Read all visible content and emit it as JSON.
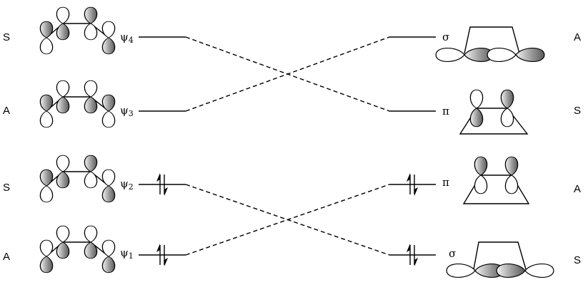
{
  "left_levels": [
    {
      "mo": "ψ",
      "sub": "4",
      "symmetry": "S",
      "electrons": 0
    },
    {
      "mo": "ψ",
      "sub": "3",
      "symmetry": "A",
      "electrons": 0
    },
    {
      "mo": "ψ",
      "sub": "2",
      "symmetry": "S",
      "electrons": 2
    },
    {
      "mo": "ψ",
      "sub": "1",
      "symmetry": "A",
      "electrons": 2
    }
  ],
  "right_levels": [
    {
      "mo": "σ",
      "symmetry": "A",
      "electrons": 0
    },
    {
      "mo": "π",
      "symmetry": "S",
      "electrons": 0
    },
    {
      "mo": "π",
      "symmetry": "A",
      "electrons": 2
    },
    {
      "mo": "σ",
      "symmetry": "S",
      "electrons": 2
    }
  ],
  "correlations": [
    {
      "from": "ψ4",
      "to": "π (S)"
    },
    {
      "from": "ψ3",
      "to": "σ (A)"
    },
    {
      "from": "ψ2",
      "to": "σ (S)"
    },
    {
      "from": "ψ1",
      "to": "π (A)"
    }
  ]
}
